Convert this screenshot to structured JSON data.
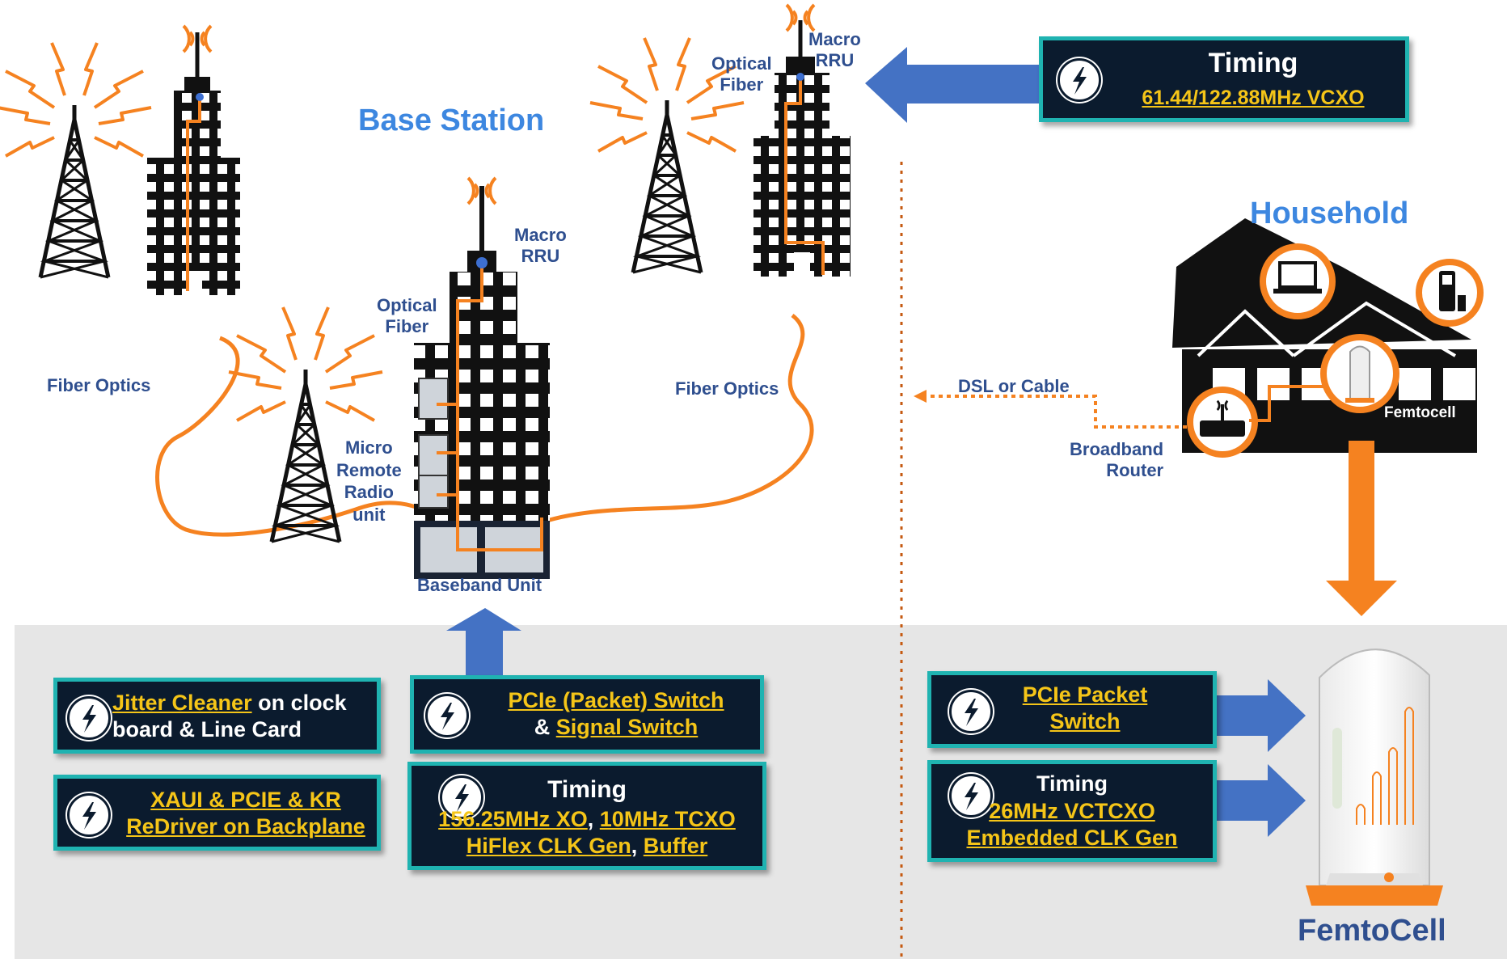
{
  "labels": {
    "base_station": "Base Station",
    "household": "Household",
    "femtocell_big": "FemtoCell",
    "macro_rru_top": "Macro\nRRU",
    "optical_fiber_top": "Optical\nFiber",
    "macro_rru_mid": "Macro\nRRU",
    "optical_fiber_mid": "Optical\nFiber",
    "fiber_optics_left": "Fiber  Optics",
    "fiber_optics_right": "Fiber  Optics",
    "micro_remote": "Micro\nRemote\nRadio\nunit",
    "baseband_unit": "Baseband Unit",
    "dsl_cable": "DSL  or  Cable",
    "broadband_router": "Broadband\nRouter",
    "femtocell_small": "Femtocell"
  },
  "boxes": {
    "timing_top": {
      "title": "Timing",
      "line": "61.44/122.88MHz VCXO"
    },
    "jitter": {
      "link": "Jitter Cleaner",
      "text1": " on clock",
      "text2": "board & Line Card"
    },
    "xaui": {
      "line1": "XAUI & PCIE & KR",
      "line2": "ReDriver on Backplane"
    },
    "pcie_switch": {
      "link1": "PCIe (Packet) Switch",
      "amp": "& ",
      "link2": "Signal Switch"
    },
    "timing_mid": {
      "title": "Timing",
      "l2a": "156.25MHz XO",
      "sep": ", ",
      "l2b": "10MHz TCXO",
      "l3a": "HiFlex CLK Gen",
      "l3b": "Buffer"
    },
    "pcie_packet": {
      "line1": "PCIe Packet",
      "line2": "Switch"
    },
    "timing_femto": {
      "title": "Timing",
      "line1": "26MHz VCTCXO",
      "line2": "Embedded CLK Gen"
    }
  },
  "colors": {
    "accent_blue": "#3d87e0",
    "arrow_blue": "#4472c4",
    "orange": "#f58220",
    "box_bg": "#0b1b2e",
    "box_border": "#1fb3b1",
    "link_yellow": "#f5c518",
    "label_navy": "#2f4f8f",
    "gray_panel": "#e6e6e6",
    "divider": "#c55a11"
  },
  "icons": [
    "cell-tower-icon",
    "building-icon",
    "radio-waves-icon",
    "house-icon",
    "laptop-icon",
    "phone-icon",
    "router-icon",
    "femtocell-device-icon",
    "company-logo-icon"
  ]
}
